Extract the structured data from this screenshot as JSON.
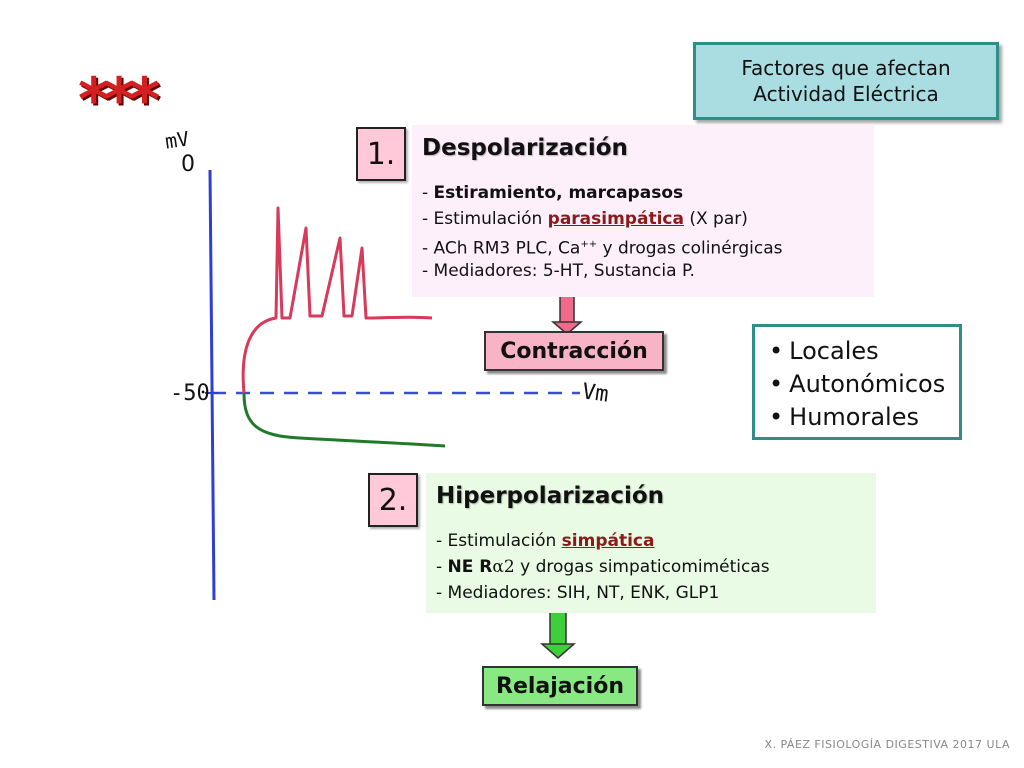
{
  "title_box": {
    "line1": "Factores que afectan",
    "line2": "Actividad Eléctrica"
  },
  "stars": "***",
  "graph": {
    "y_unit": "mV",
    "zero_label": "0",
    "minus50_label": "-50",
    "vm_label": "Vm"
  },
  "depolarization": {
    "number": "1.",
    "title": "Despolarización",
    "line1_prefix": "- ",
    "line1_bold": "Estiramiento, marcapasos",
    "line2_prefix": "- Estimulación ",
    "line2_highlight": "parasimpática",
    "line2_suffix": " (X par)",
    "line3_prefix": "- ACh RM3 PLC, Ca",
    "line3_sup": "++",
    "line3_suffix": " y drogas colinérgicas",
    "line4": "- Mediadores: 5-HT, Sustancia P.",
    "result": "Contracción"
  },
  "hyperpolarization": {
    "number": "2.",
    "title": "Hiperpolarización",
    "line1_prefix": "- Estimulación ",
    "line1_highlight": "simpática",
    "line2_prefix": "-  ",
    "line2_bold": "NE R",
    "line2_greek": "α2",
    "line2_suffix": "  y drogas simpaticomiméticas",
    "line3": "- Mediadores: SIH, NT, ENK, GLP1",
    "result": "Relajación"
  },
  "factors": {
    "bullet": "•",
    "items": [
      "Locales",
      "Autonómicos",
      "Humorales"
    ]
  },
  "footer": "X. PÁEZ   FISIOLOGÍA DIGESTIVA 2017   ULA",
  "colors": {
    "axis": "#2f3fd6",
    "depol_trace": "#d83a5a",
    "hyper_trace": "#1f7a2a",
    "baseline": "#3a4fd0",
    "arrow_pink": "#f06a8a",
    "arrow_green": "#3fcf3a",
    "teal_border": "#2e8f88"
  }
}
